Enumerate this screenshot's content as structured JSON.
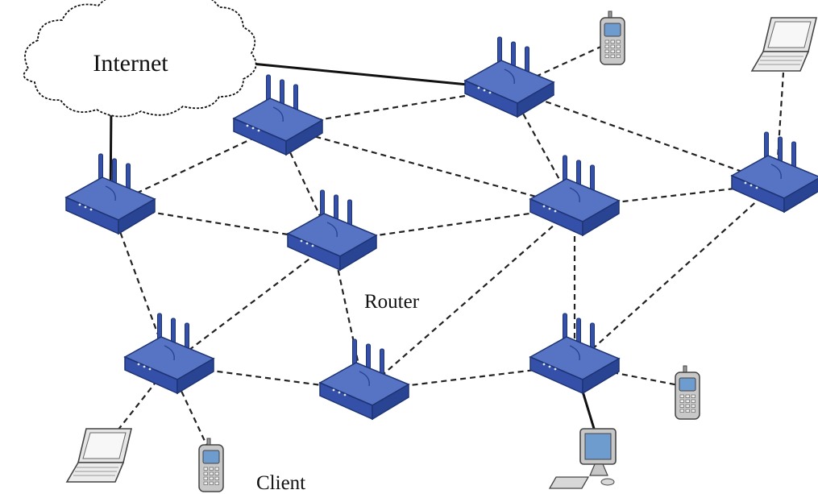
{
  "labels": {
    "internet": "Internet",
    "router": "Router",
    "client": "Client"
  },
  "colors": {
    "router_body": "#3450a8",
    "router_top": "#5773c4",
    "router_edge": "#1e3474",
    "wired_link": "#111111",
    "wireless_link": "#222222",
    "device_gray": "#c8c8c8",
    "screen": "#6f9ccf",
    "cloud_fill": "#ffffff"
  },
  "icons": {
    "cloud": "cloud-icon",
    "router": "wireless-router-icon",
    "phone": "mobile-phone-icon",
    "laptop": "laptop-icon",
    "desktop": "desktop-computer-icon"
  },
  "nodes": [
    {
      "id": "internet",
      "type": "cloud"
    },
    {
      "id": "r1",
      "type": "router"
    },
    {
      "id": "r2",
      "type": "router"
    },
    {
      "id": "r3",
      "type": "router"
    },
    {
      "id": "r4",
      "type": "router"
    },
    {
      "id": "r5",
      "type": "router"
    },
    {
      "id": "r6",
      "type": "router"
    },
    {
      "id": "r7",
      "type": "router"
    },
    {
      "id": "r8",
      "type": "router"
    },
    {
      "id": "r9",
      "type": "router"
    },
    {
      "id": "phone1",
      "type": "phone"
    },
    {
      "id": "phone2",
      "type": "phone"
    },
    {
      "id": "phone3",
      "type": "phone"
    },
    {
      "id": "laptop1",
      "type": "laptop"
    },
    {
      "id": "laptop2",
      "type": "laptop"
    },
    {
      "id": "desktop1",
      "type": "desktop"
    }
  ],
  "links": [
    {
      "from": "internet",
      "to": "r1",
      "style": "wired"
    },
    {
      "from": "internet",
      "to": "r3",
      "style": "wired"
    },
    {
      "from": "r1",
      "to": "r2",
      "style": "wireless"
    },
    {
      "from": "r1",
      "to": "r4",
      "style": "wireless"
    },
    {
      "from": "r1",
      "to": "r6",
      "style": "wireless"
    },
    {
      "from": "r2",
      "to": "r3",
      "style": "wireless"
    },
    {
      "from": "r2",
      "to": "r4",
      "style": "wireless"
    },
    {
      "from": "r2",
      "to": "r5",
      "style": "wireless"
    },
    {
      "from": "r3",
      "to": "r5",
      "style": "wireless"
    },
    {
      "from": "r3",
      "to": "r9",
      "style": "wireless"
    },
    {
      "from": "r4",
      "to": "r5",
      "style": "wireless"
    },
    {
      "from": "r4",
      "to": "r6",
      "style": "wireless"
    },
    {
      "from": "r4",
      "to": "r7",
      "style": "wireless"
    },
    {
      "from": "r5",
      "to": "r9",
      "style": "wireless"
    },
    {
      "from": "r5",
      "to": "r7",
      "style": "wireless"
    },
    {
      "from": "r5",
      "to": "r8",
      "style": "wireless"
    },
    {
      "from": "r6",
      "to": "r7",
      "style": "wireless"
    },
    {
      "from": "r7",
      "to": "r8",
      "style": "wireless"
    },
    {
      "from": "r9",
      "to": "r8",
      "style": "wireless"
    },
    {
      "from": "r3",
      "to": "phone1",
      "style": "wireless"
    },
    {
      "from": "r9",
      "to": "laptop1",
      "style": "wireless"
    },
    {
      "from": "r8",
      "to": "phone2",
      "style": "wireless"
    },
    {
      "from": "r8",
      "to": "desktop1",
      "style": "wired"
    },
    {
      "from": "r6",
      "to": "laptop2",
      "style": "wireless"
    },
    {
      "from": "r6",
      "to": "phone3",
      "style": "wireless"
    }
  ]
}
